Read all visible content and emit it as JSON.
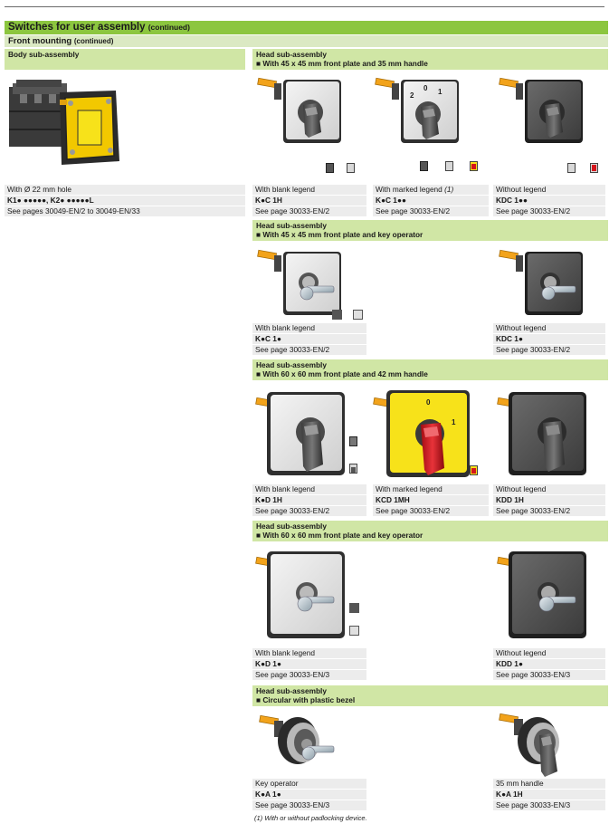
{
  "header": {
    "title": "Switches for user assembly",
    "title_suffix": "(continued)",
    "subtitle": "Front mounting",
    "subtitle_suffix": "(continued)"
  },
  "body_assembly": {
    "heading": "Body sub-assembly",
    "lines": [
      "With Ø 22 mm hole",
      "K1● ●●●●●, K2● ●●●●●L",
      "See pages 30049-EN/2 to 30049-EN/33"
    ]
  },
  "sections": [
    {
      "heading": "Head sub-assembly",
      "bullet": "■  With 45 x 45 mm front plate and 35 mm handle",
      "products": [
        {
          "lines": [
            "With blank legend",
            "K●C 1H",
            "See page 30033-EN/2"
          ]
        },
        {
          "lines": [
            "With marked legend",
            "K●C 1●●",
            "See page 30033-EN/2"
          ],
          "note": "(1)"
        },
        {
          "lines": [
            "Without legend",
            "KDC 1●●",
            "See page 30033-EN/2"
          ]
        }
      ]
    },
    {
      "heading": "Head sub-assembly",
      "bullet": "■  With 45 x 45 mm front plate and key operator",
      "products": [
        {
          "lines": [
            "With blank legend",
            "K●C 1●",
            "See page 30033-EN/2"
          ]
        },
        {
          "lines": [
            "Without legend",
            "KDC 1●",
            "See page 30033-EN/2"
          ]
        }
      ]
    },
    {
      "heading": "Head sub-assembly",
      "bullet": "■  With 60 x 60 mm front plate and 42 mm handle",
      "products": [
        {
          "lines": [
            "With blank legend",
            "K●D 1H",
            "See page 30033-EN/2"
          ]
        },
        {
          "lines": [
            "With marked legend",
            "KCD 1MH",
            "See page 30033-EN/2"
          ]
        },
        {
          "lines": [
            "Without legend",
            "KDD 1H",
            "See page 30033-EN/2"
          ]
        }
      ]
    },
    {
      "heading": "Head sub-assembly",
      "bullet": "■  With 60 x 60 mm front plate and key operator",
      "products": [
        {
          "lines": [
            "With blank legend",
            "K●D 1●",
            "See page 30033-EN/3"
          ]
        },
        {
          "lines": [
            "Without legend",
            "KDD 1●",
            "See page 30033-EN/3"
          ]
        }
      ]
    },
    {
      "heading": "Head sub-assembly",
      "bullet": "■  Circular with plastic bezel",
      "products": [
        {
          "lines": [
            "Key operator",
            "K●A 1●",
            "See page 30033-EN/3"
          ]
        },
        {
          "lines": [
            "35 mm handle",
            "K●A 1H",
            "See page 30033-EN/3"
          ]
        }
      ]
    }
  ],
  "plate_labels": {
    "two": "2",
    "zero": "0",
    "one": "1",
    "zero_b": "0",
    "one_b": "1"
  },
  "footnote": "(1)  With or without padlocking device.",
  "colors": {
    "green": "#8cc63f",
    "light_green": "#d0e6a5",
    "pale_green": "#dbe9c3",
    "grey_row": "#ececec",
    "plate_yellow": "#f7e21a",
    "handle_red": "#d4151c",
    "shaft_orange": "#f2a31b"
  }
}
